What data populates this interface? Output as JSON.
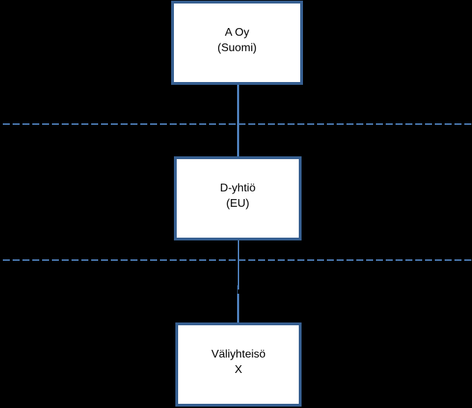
{
  "diagram": {
    "title": "",
    "background_color": "#000000",
    "nodes": [
      {
        "id": "a-oy",
        "line1": "A Oy",
        "line2": "(Suomi)"
      },
      {
        "id": "d-yhtio",
        "line1": "D-yhtiö",
        "line2": "(EU)"
      },
      {
        "id": "valiyhteiso-x",
        "line1": "Väliyhteisö",
        "line2": "X"
      }
    ],
    "edges": [
      {
        "from": "a-oy",
        "to": "d-yhtio",
        "style": "solid-vertical"
      },
      {
        "from": "d-yhtio",
        "to": "valiyhteiso-x",
        "style": "solid-vertical-with-break"
      }
    ],
    "separators": [
      {
        "id": "boundary-1",
        "style": "dashed-horizontal",
        "between": [
          "a-oy",
          "d-yhtio"
        ]
      },
      {
        "id": "boundary-2",
        "style": "dashed-horizontal",
        "between": [
          "d-yhtio",
          "valiyhteiso-x"
        ]
      }
    ],
    "colors": {
      "box_fill": "#FFFFFF",
      "box_border": "#365F91",
      "connector": "#4F81BD",
      "dashed_line": "#4F81BD",
      "text": "#000000"
    }
  }
}
